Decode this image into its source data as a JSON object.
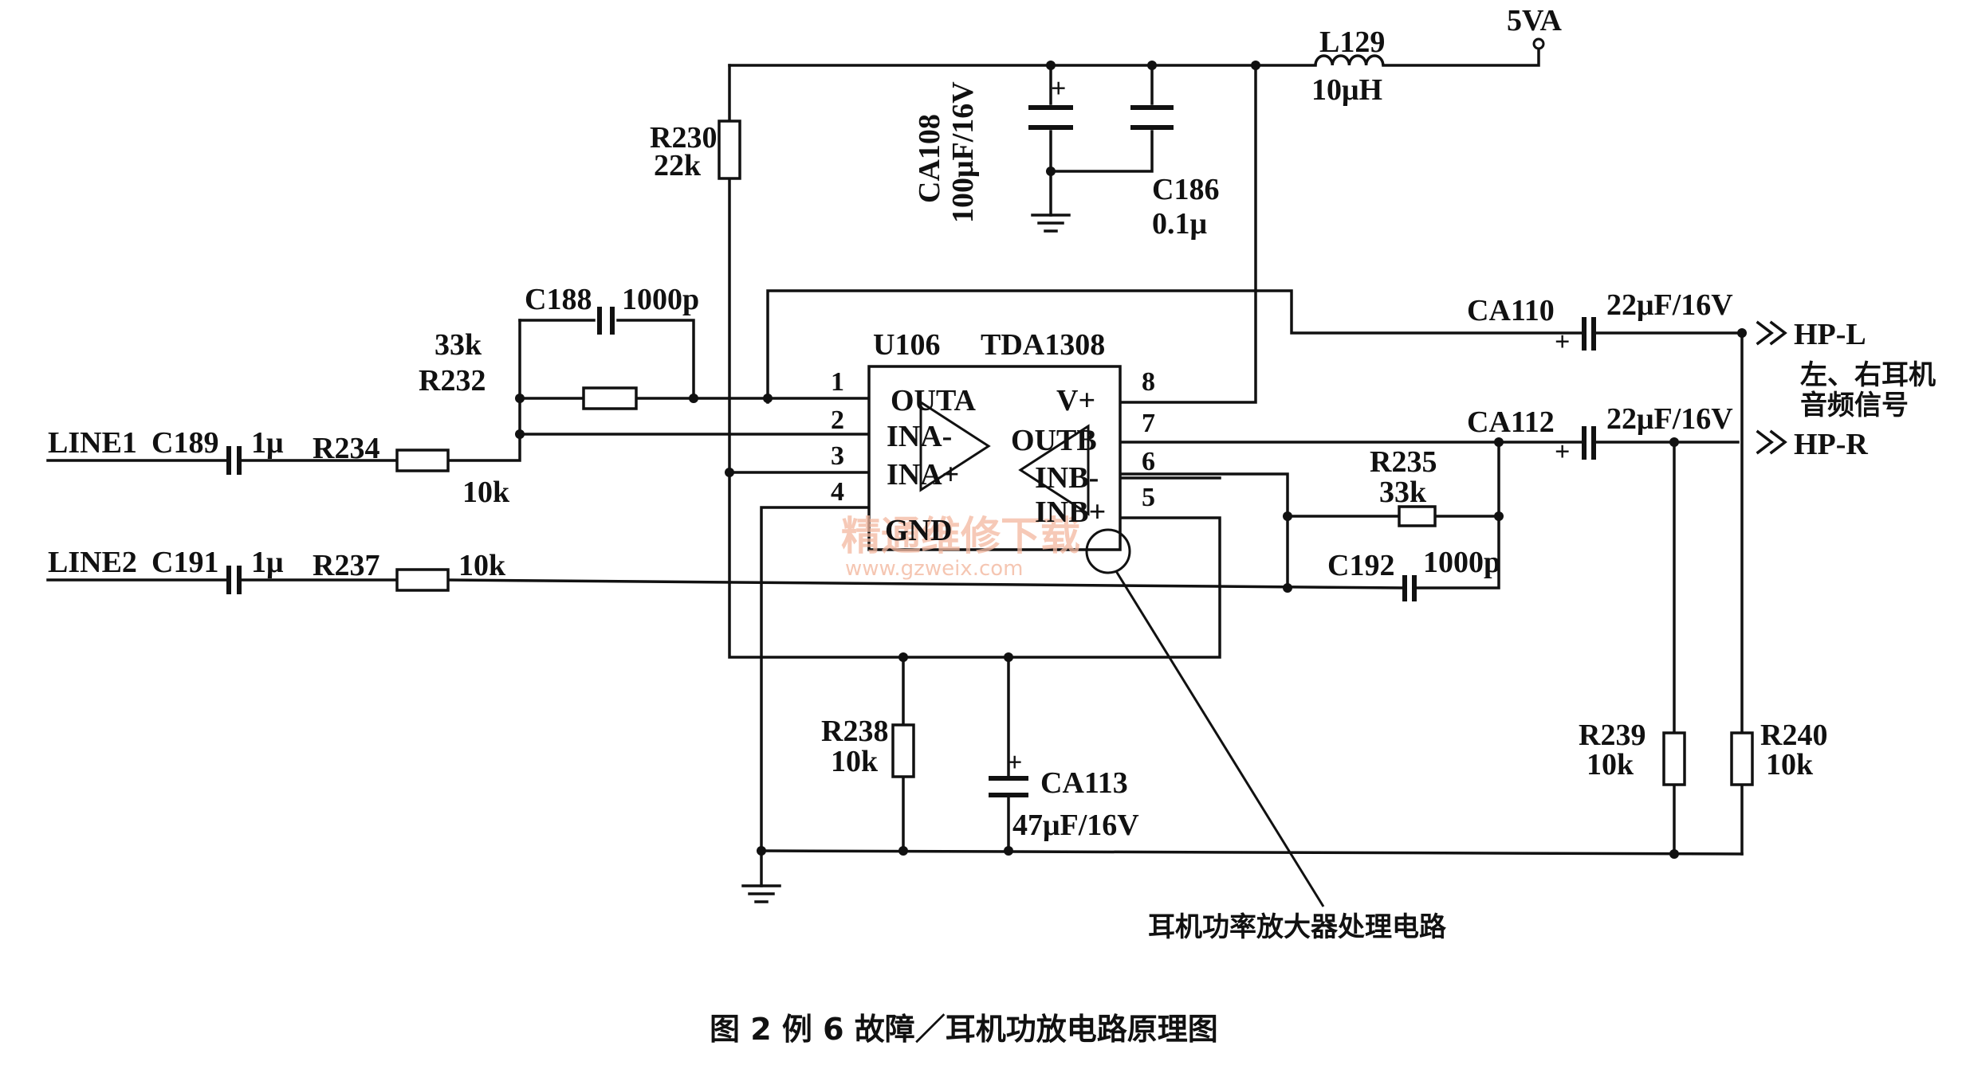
{
  "supply": {
    "net": "5VA",
    "inductor_ref": "L129",
    "inductor_val": "10μH"
  },
  "caps": {
    "ca108_ref": "CA108",
    "ca108_val": "100μF/16V",
    "c186_ref": "C186",
    "c186_val": "0.1μ",
    "c188_ref": "C188",
    "c188_val": "1000p",
    "c189_ref": "C189",
    "c189_val": "1μ",
    "c191_ref": "C191",
    "c191_val": "1μ",
    "c192_ref": "C192",
    "c192_val": "1000p",
    "ca110_ref": "CA110",
    "ca110_val": "22μF/16V",
    "ca112_ref": "CA112",
    "ca112_val": "22μF/16V",
    "ca113_ref": "CA113",
    "ca113_val": "47μF/16V",
    "plus_sign": "+"
  },
  "resistors": {
    "r230_ref": "R230",
    "r230_val": "22k",
    "r232_ref": "R232",
    "r232_val": "33k",
    "r234_ref": "R234",
    "r234_val": "10k",
    "r235_ref": "R235",
    "r235_val": "33k",
    "r237_ref": "R237",
    "r237_val": "10k",
    "r238_ref": "R238",
    "r238_val": "10k",
    "r239_ref": "R239",
    "r239_val": "10k",
    "r240_ref": "R240",
    "r240_val": "10k"
  },
  "ic": {
    "ref": "U106",
    "part": "TDA1308",
    "pins": {
      "p1": {
        "num": "1",
        "name": "OUTA"
      },
      "p2": {
        "num": "2",
        "name": "INA-"
      },
      "p3": {
        "num": "3",
        "name": "INA+"
      },
      "p4": {
        "num": "4",
        "name": "GND"
      },
      "p5": {
        "num": "5",
        "name": "INB+"
      },
      "p6": {
        "num": "6",
        "name": "INB-"
      },
      "p7": {
        "num": "7",
        "name": "OUTB"
      },
      "p8": {
        "num": "8",
        "name": "V+"
      }
    }
  },
  "inputs": {
    "line1": "LINE1",
    "line2": "LINE2"
  },
  "outputs": {
    "hp_l": "HP-L",
    "hp_r": "HP-R",
    "note_line1": "左、右耳机",
    "note_line2": "音频信号"
  },
  "callout": "耳机功率放大器处理电路",
  "watermark": {
    "main": "精通维修下载",
    "url": "www.gzweix.com"
  },
  "caption": "图 2  例 6 故障／耳机功放电路原理图"
}
